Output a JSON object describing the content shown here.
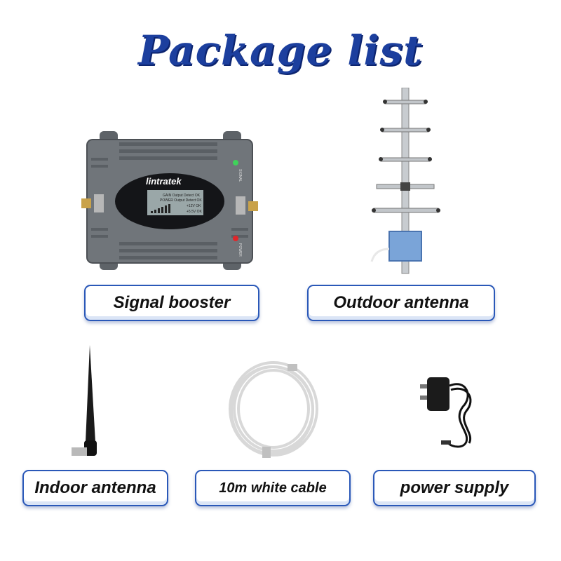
{
  "title": "Package list",
  "items": [
    {
      "label": "Signal booster",
      "icon": "signal-booster-image"
    },
    {
      "label": "Outdoor antenna",
      "icon": "yagi-antenna-image"
    },
    {
      "label": "Indoor antenna",
      "icon": "whip-antenna-image"
    },
    {
      "label": "10m white cable",
      "icon": "coaxial-cable-image"
    },
    {
      "label": "power supply",
      "icon": "power-adapter-image"
    }
  ],
  "booster": {
    "brand": "lintratek",
    "lcd_lines": [
      "GAIN Output Detect  OK",
      "POWER Output Detect  OK"
    ],
    "lcd_status": [
      "+12V  OK",
      "+5.5V  OK"
    ],
    "led_signal": "SIGNAL",
    "led_power": "POWER"
  },
  "colors": {
    "title": "#1c3f9e",
    "label_border": "#2a58b8",
    "booster_body": "#6e7378"
  }
}
